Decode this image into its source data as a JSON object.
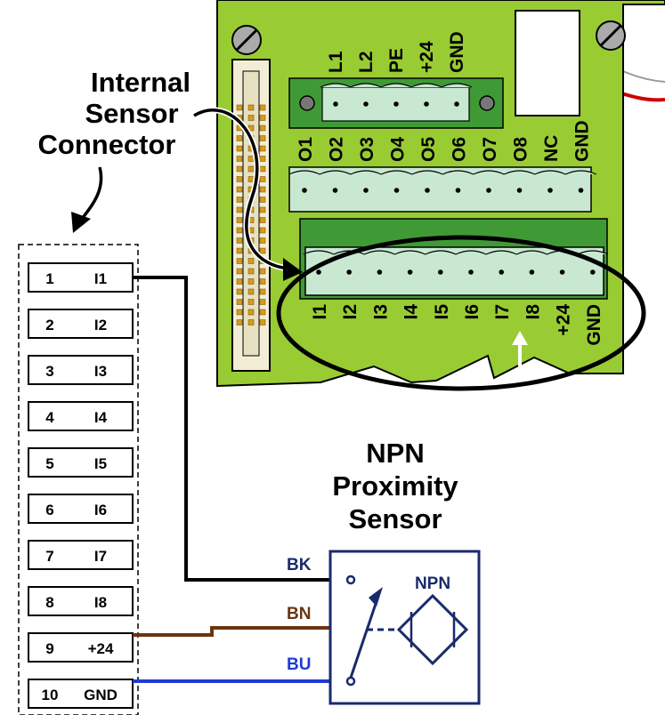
{
  "callout": {
    "line1": "Internal",
    "line2": "Sensor",
    "line3": "Connector"
  },
  "sensor_title": {
    "line1": "NPN",
    "line2": "Proximity",
    "line3": "Sensor"
  },
  "power_connector": {
    "pins": [
      "L1",
      "L2",
      "PE",
      "+24",
      "GND"
    ]
  },
  "output_connector": {
    "pins": [
      "O1",
      "O2",
      "O3",
      "O4",
      "O5",
      "O6",
      "O7",
      "O8",
      "NC",
      "GND"
    ]
  },
  "input_connector": {
    "pins": [
      "I1",
      "I2",
      "I3",
      "I4",
      "I5",
      "I6",
      "I7",
      "I8",
      "+24",
      "GND"
    ]
  },
  "terminal_table": {
    "rows": [
      {
        "num": "1",
        "sig": "I1"
      },
      {
        "num": "2",
        "sig": "I2"
      },
      {
        "num": "3",
        "sig": "I3"
      },
      {
        "num": "4",
        "sig": "I4"
      },
      {
        "num": "5",
        "sig": "I5"
      },
      {
        "num": "6",
        "sig": "I6"
      },
      {
        "num": "7",
        "sig": "I7"
      },
      {
        "num": "8",
        "sig": "I8"
      },
      {
        "num": "9",
        "sig": "+24"
      },
      {
        "num": "10",
        "sig": "GND"
      }
    ]
  },
  "sensor": {
    "inner_label": "NPN",
    "wires": [
      {
        "label": "BK",
        "color": "#1a2a6c"
      },
      {
        "label": "BN",
        "color": "#6b3410"
      },
      {
        "label": "BU",
        "color": "#1f3ad6"
      }
    ]
  },
  "colors": {
    "board": "#99cc33",
    "dark_header": "#3f9a35",
    "header_body": "#c8e8d2",
    "sensor_box": "#1a2a6c",
    "wire_black": "#000000",
    "wire_brown": "#6b3410",
    "wire_blue": "#1f3ad6",
    "cable_red": "#cc0000"
  }
}
